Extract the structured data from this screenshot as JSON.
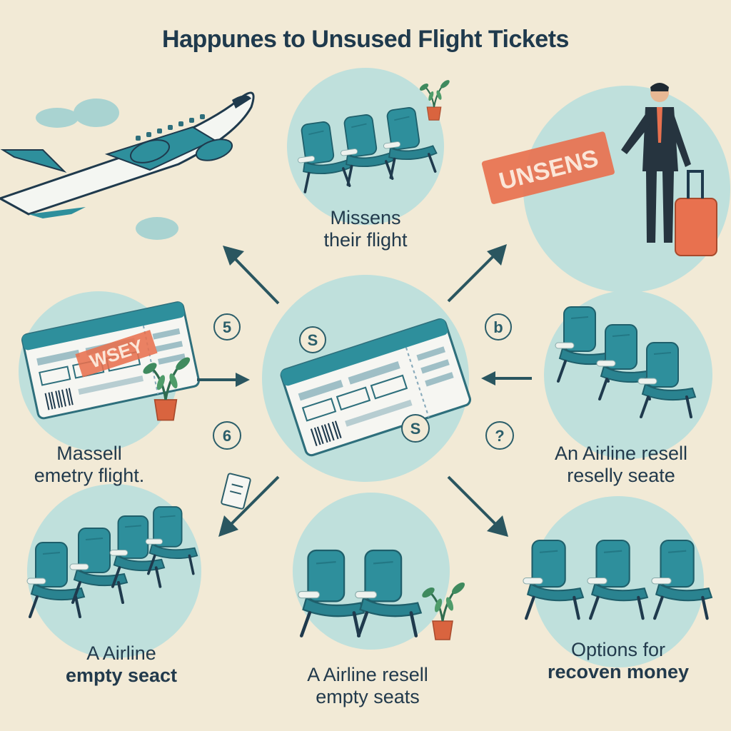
{
  "title": "Happunes to Unsused Flight Tickets",
  "stamps": {
    "top_right": "UNSENS",
    "left_ticket": "WSEY"
  },
  "coins": {
    "left_upper": "5",
    "left_lower": "6",
    "center_upper": "S",
    "center_lower": "S",
    "right_upper": "b",
    "right_lower": "?"
  },
  "captions": {
    "top_center": [
      "Missens",
      "their flight"
    ],
    "mid_left": [
      "Massell",
      "emetry flight."
    ],
    "mid_right": [
      "An Airline resell",
      "reselly seate"
    ],
    "bottom_left": [
      "A Airline",
      "empty seact"
    ],
    "bottom_center": [
      "A Airline resell",
      "empty seats"
    ],
    "bottom_right": [
      "Options for",
      "recoven money"
    ]
  },
  "colors": {
    "background": "#f2ead6",
    "circle": "#bfe0dc",
    "teal_seat": "#2e8f9c",
    "navy": "#1f3a4d",
    "stamp": "#e8714f",
    "plant_pot": "#d9643f"
  }
}
